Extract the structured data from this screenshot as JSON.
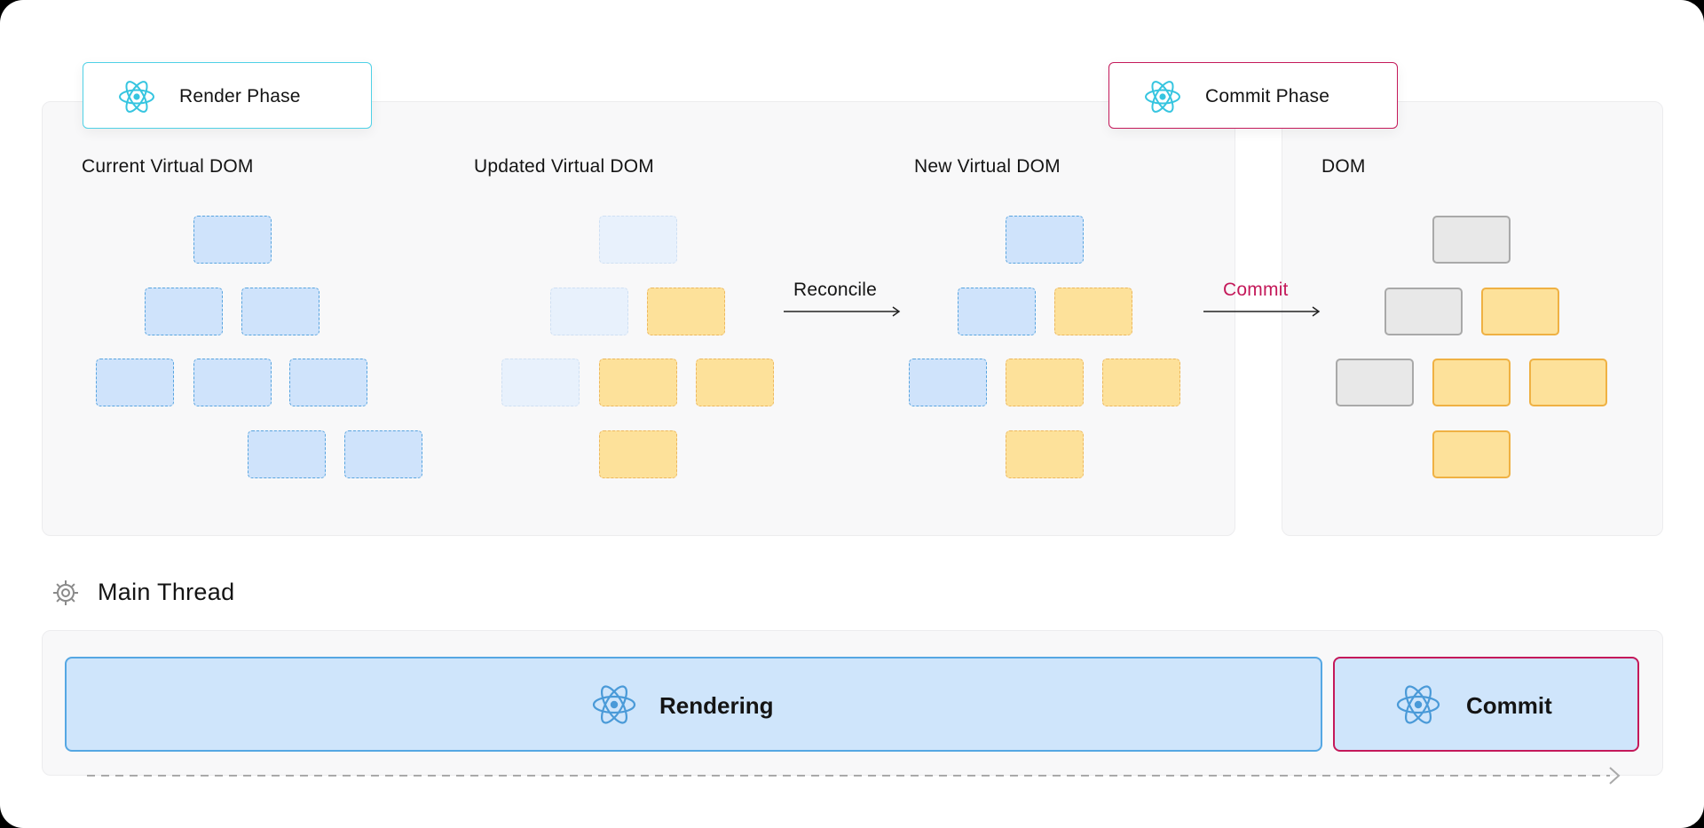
{
  "phases": {
    "render": {
      "label": "Render Phase",
      "icon": "react-icon",
      "border_color": "#4fd1e6"
    },
    "commit": {
      "label": "Commit Phase",
      "icon": "react-icon",
      "border_color": "#c4195a"
    }
  },
  "columns": {
    "current": "Current Virtual DOM",
    "updated": "Updated Virtual DOM",
    "new": "New Virtual DOM",
    "dom": "DOM"
  },
  "arrows": {
    "reconcile": "Reconcile",
    "commit": "Commit"
  },
  "main_thread": {
    "title": "Main Thread",
    "icon": "gear-icon",
    "rendering_label": "Rendering",
    "commit_label": "Commit"
  },
  "colors": {
    "accent_cyan": "#4fd1e6",
    "accent_magenta": "#c4195a",
    "node_blue": "#cfe3fb",
    "node_yellow": "#fde19a",
    "node_gray": "#e8e8e8"
  }
}
